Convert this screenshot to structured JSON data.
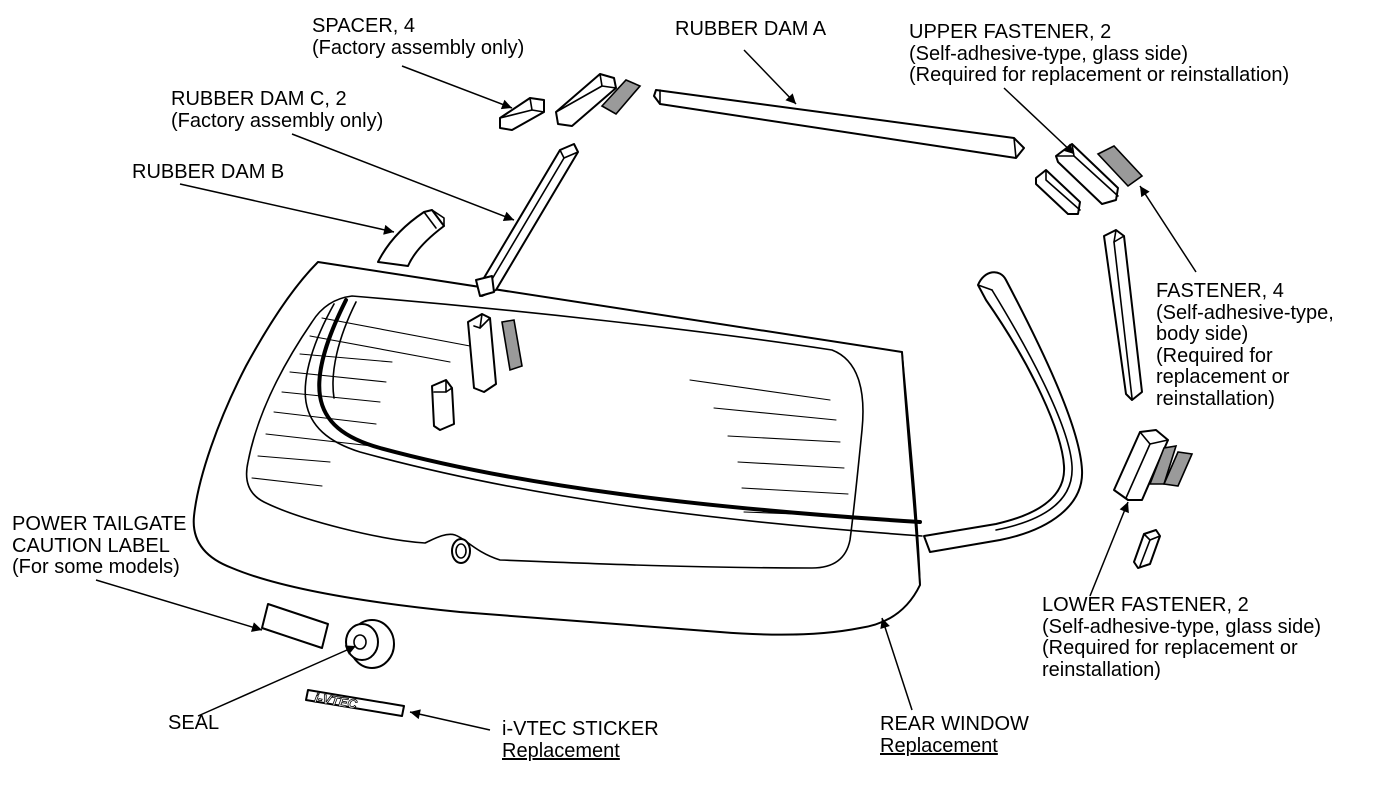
{
  "labels": {
    "spacer": [
      "SPACER, 4",
      "(Factory assembly only)"
    ],
    "rubber_dam_a": [
      "RUBBER DAM A"
    ],
    "upper_fastener": [
      "UPPER FASTENER, 2",
      "(Self-adhesive-type, glass side)",
      "(Required for replacement or reinstallation)"
    ],
    "rubber_dam_c": [
      "RUBBER DAM C, 2",
      "(Factory assembly only)"
    ],
    "rubber_dam_b": [
      "RUBBER DAM B"
    ],
    "fastener": [
      "FASTENER, 4",
      "(Self-adhesive-type,",
      "body side)",
      "(Required for",
      "replacement or",
      "reinstallation)"
    ],
    "power_tailgate": [
      "POWER TAILGATE",
      "CAUTION LABEL",
      "(For some models)"
    ],
    "lower_fastener": [
      "LOWER FASTENER, 2",
      "(Self-adhesive-type, glass side)",
      "(Required for replacement or",
      "reinstallation)"
    ],
    "seal": [
      "SEAL"
    ],
    "ivtec_sticker": [
      "i-VTEC STICKER"
    ],
    "rear_window": [
      "REAR WINDOW"
    ]
  },
  "links": {
    "ivtec_replacement": "Replacement",
    "rear_window_replacement": "Replacement"
  },
  "emblem_text": "i-VTEC"
}
